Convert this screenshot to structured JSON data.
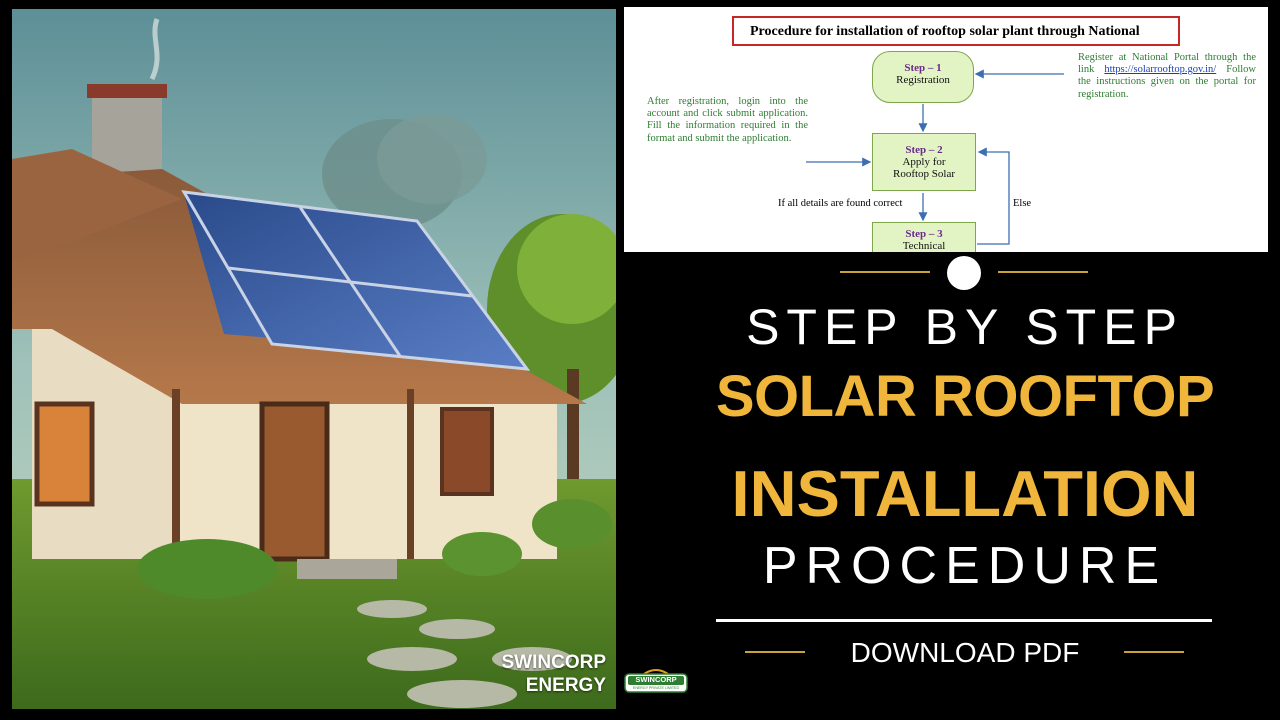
{
  "photo": {
    "brand_line1": "SWINCORP",
    "brand_line2": "ENERGY"
  },
  "logo": {
    "name": "SWINCORP",
    "sub": "ENERGY PRIVATE LIMITED"
  },
  "document": {
    "title": "Procedure for installation of rooftop solar plant through National",
    "step1": {
      "num": "Step – 1",
      "label": "Registration"
    },
    "step2": {
      "num": "Step – 2",
      "line1": "Apply for",
      "line2": "Rooftop Solar"
    },
    "step3": {
      "num": "Step – 3",
      "label": "Technical"
    },
    "note_right_a": "Register at National Portal through the link ",
    "note_right_link": "https://solarrooftop.gov.in/",
    "note_right_b": " Follow the instructions given on the portal for registration.",
    "note_left": "After registration, login into the account and click submit application. Fill the information required in the format and submit the application.",
    "label_correct": "If all details are found correct",
    "label_else": "Else"
  },
  "headline": {
    "line1": "STEP BY STEP",
    "line2": "SOLAR ROOFTOP",
    "line3": "INSTALLATION",
    "line4": "PROCEDURE",
    "download": "DOWNLOAD PDF"
  },
  "colors": {
    "accent_gold": "#f0b63b",
    "background": "#000000",
    "title_border": "#c62828",
    "step_fill": "#e2f3c4",
    "note_green": "#2e7d32"
  }
}
